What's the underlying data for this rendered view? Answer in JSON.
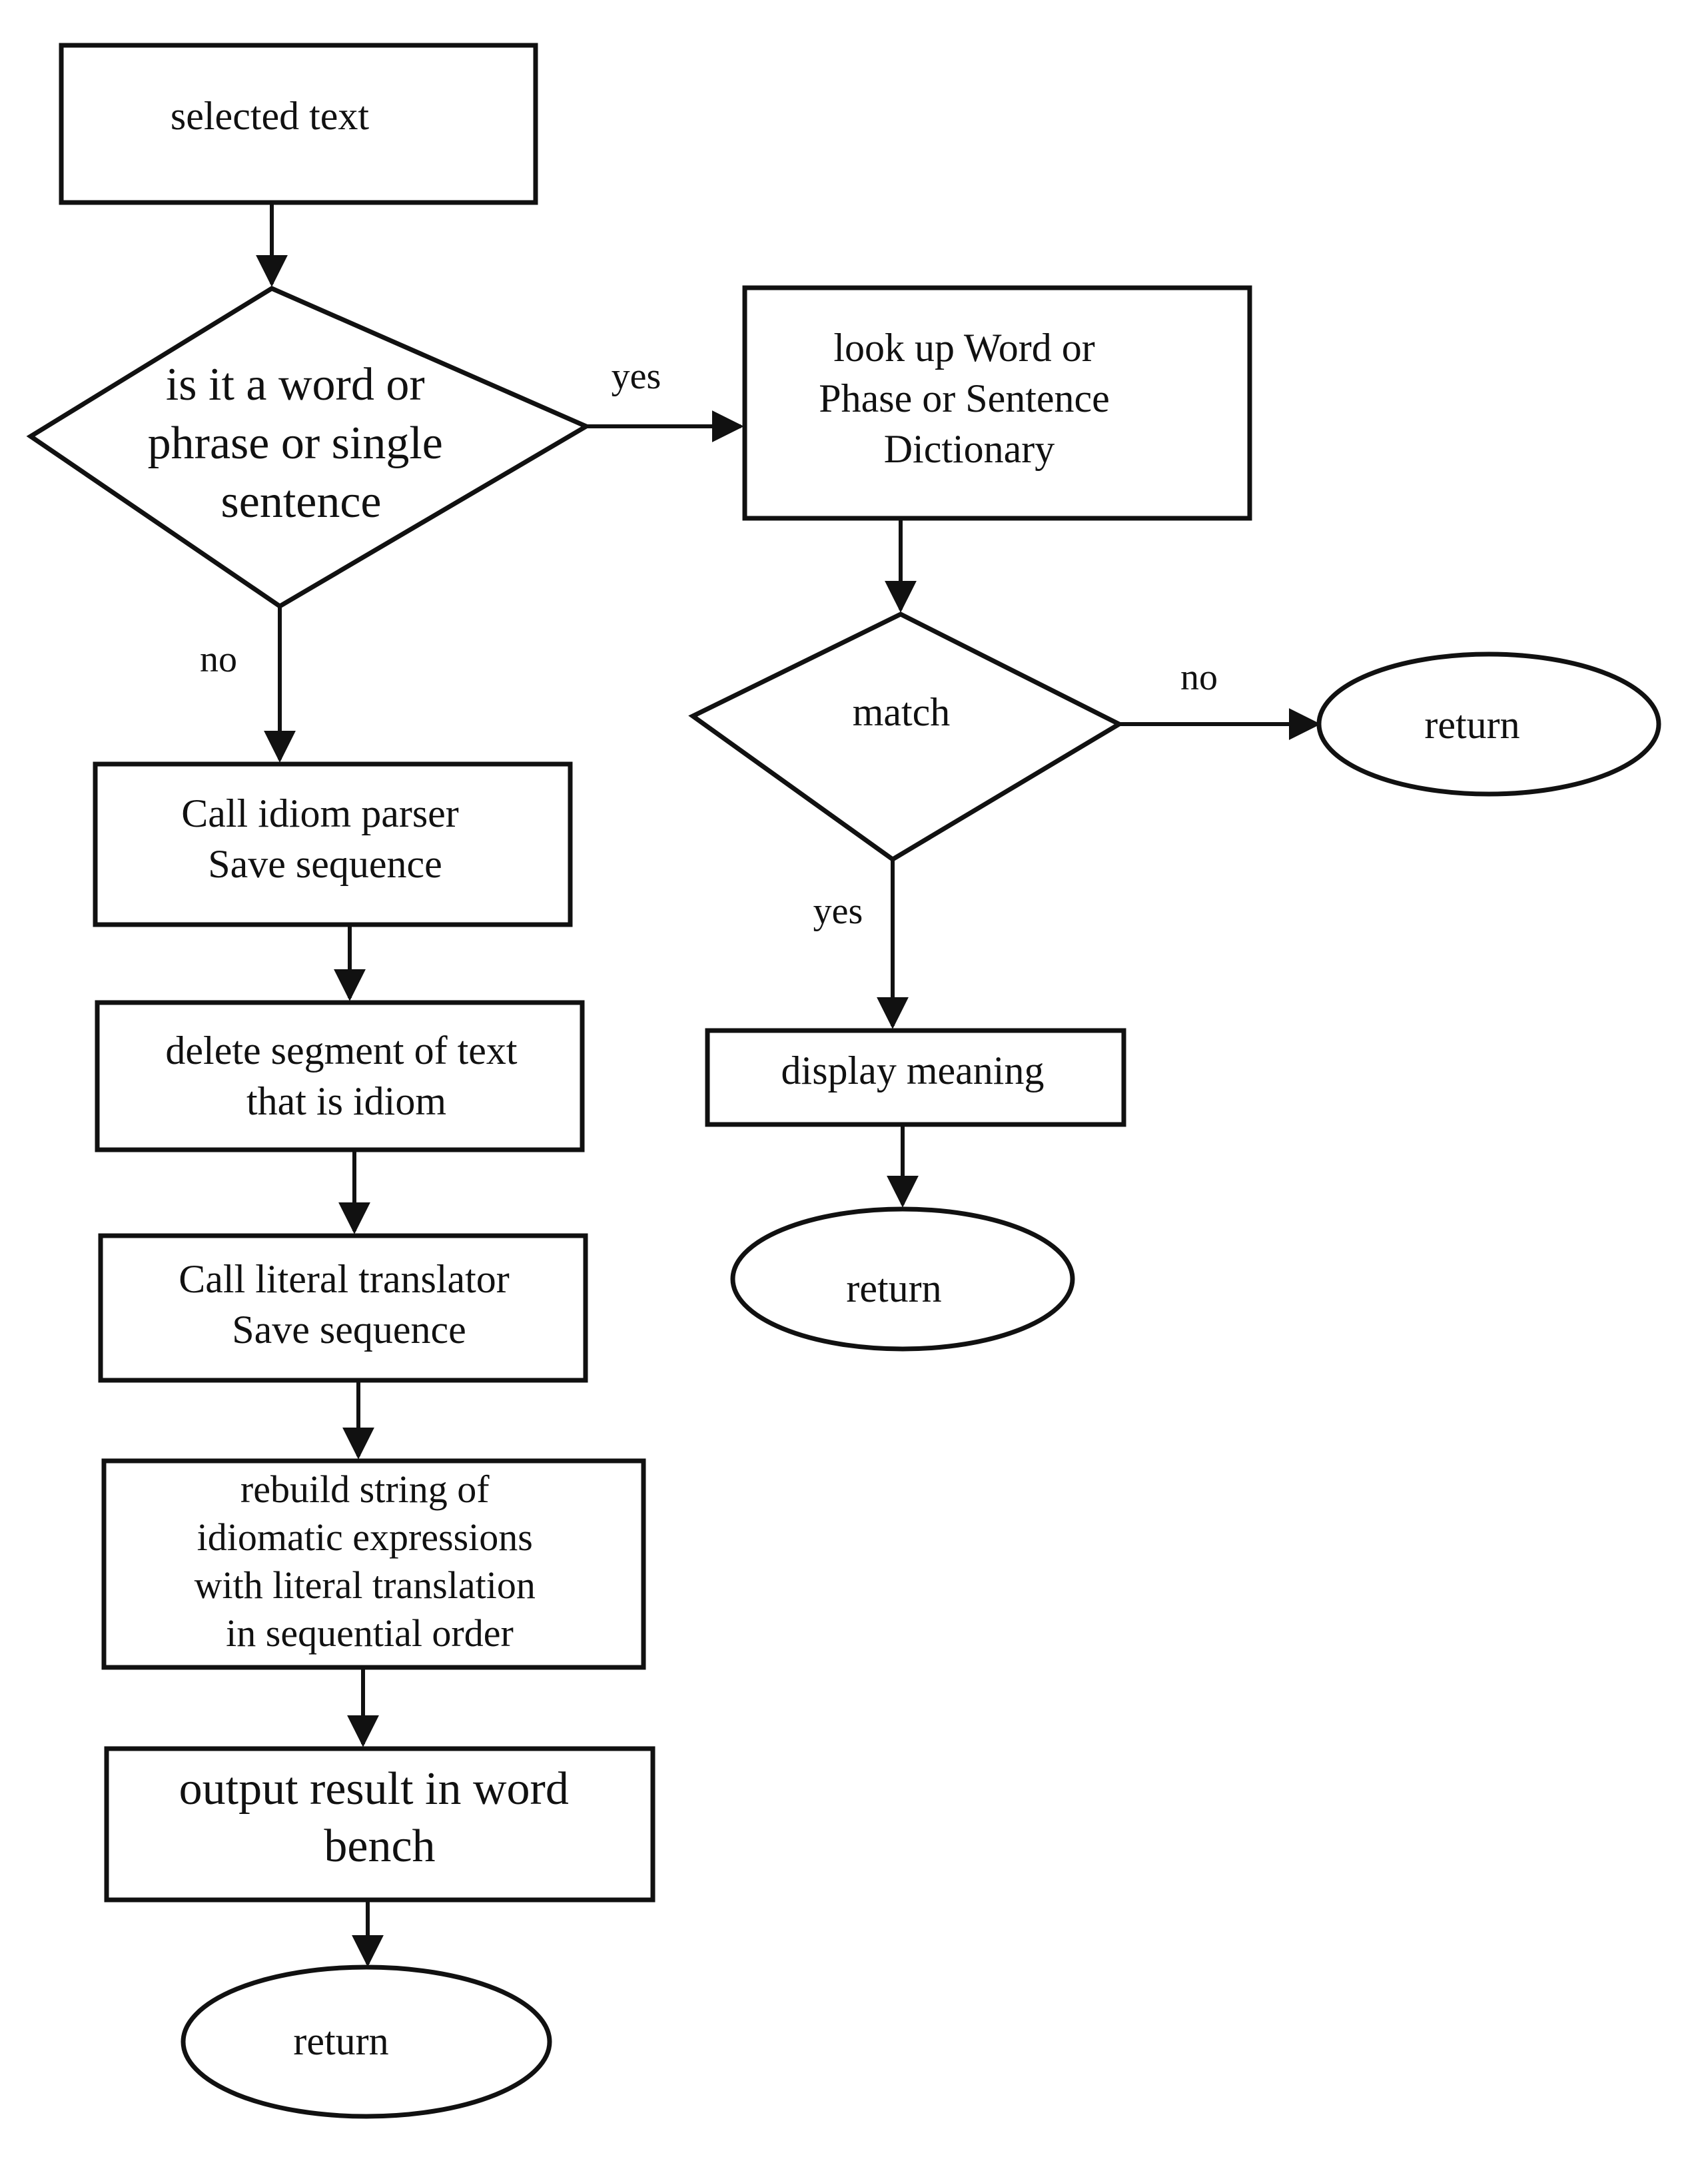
{
  "nodes": {
    "selected_text": {
      "lines": [
        "selected text"
      ]
    },
    "decision_word_phrase": {
      "lines": [
        "is it a word or",
        "phrase or single",
        "sentence"
      ]
    },
    "lookup_dictionary": {
      "lines": [
        "look up Word or",
        "Phase or Sentence",
        "Dictionary"
      ]
    },
    "decision_match": {
      "lines": [
        "match"
      ]
    },
    "return_no_match": {
      "lines": [
        "return"
      ]
    },
    "display_meaning": {
      "lines": [
        "display meaning"
      ]
    },
    "return_after_display": {
      "lines": [
        "return"
      ]
    },
    "call_idiom_parser": {
      "lines": [
        "Call idiom parser",
        "Save sequence"
      ]
    },
    "delete_segment": {
      "lines": [
        "delete segment of text",
        "that is idiom"
      ]
    },
    "call_literal_translator": {
      "lines": [
        "Call literal translator",
        "Save sequence"
      ]
    },
    "rebuild_string": {
      "lines": [
        "rebuild string of",
        "idiomatic expressions",
        "with literal translation",
        "in sequential order"
      ]
    },
    "output_result": {
      "lines": [
        "output result in word",
        "bench"
      ]
    },
    "return_final": {
      "lines": [
        "return"
      ]
    }
  },
  "edge_labels": {
    "decision_yes": "yes",
    "decision_no": "no",
    "match_no": "no",
    "match_yes": "yes"
  }
}
